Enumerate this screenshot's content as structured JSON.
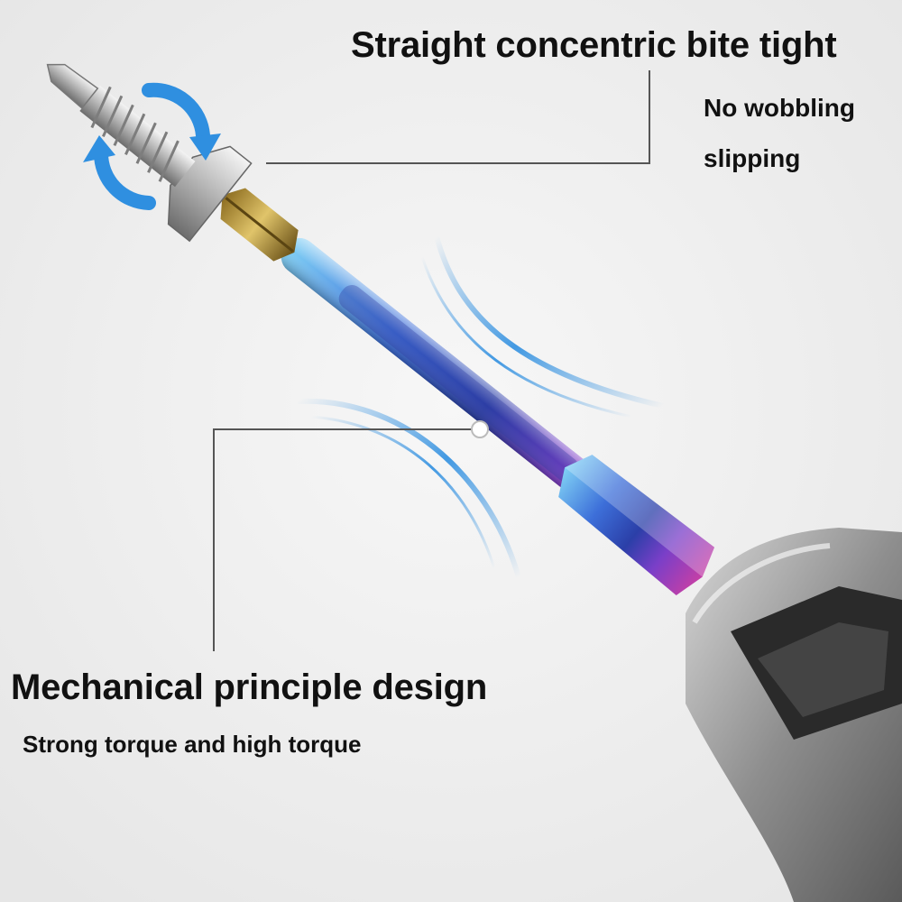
{
  "callouts": {
    "top": {
      "headline": "Straight concentric bite tight",
      "line1": "No wobbling",
      "line2": "slipping"
    },
    "bottom": {
      "headline": "Mechanical principle design",
      "line1": "Strong torque and high torque"
    }
  },
  "colors": {
    "background": "#efefef",
    "accent_arrows": "#2f8fe0",
    "bit_iridescent": [
      "#6fc8f0",
      "#3a6fd8",
      "#7b3fc8",
      "#c03ea8"
    ],
    "drill_chuck": "#9a9a9a"
  }
}
